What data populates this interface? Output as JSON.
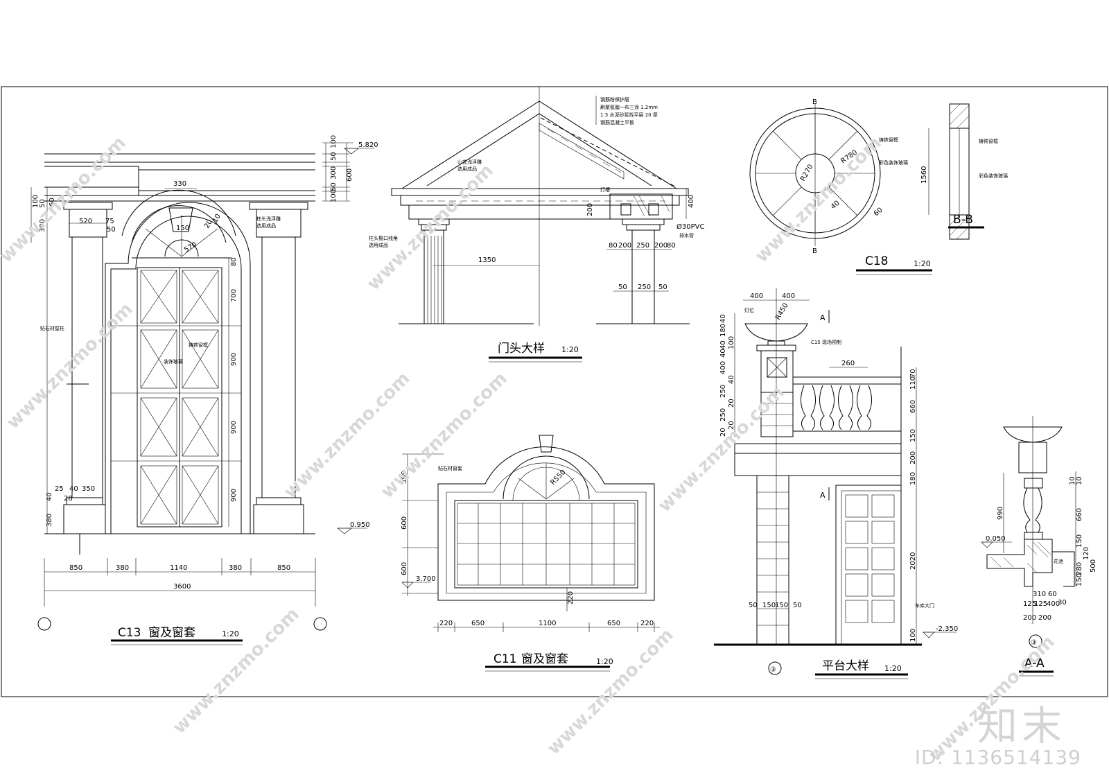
{
  "drawings": {
    "c13": {
      "title": "C13",
      "subtitle": "窗及窗套",
      "scale": "1:20",
      "elevation_top": "5.820",
      "elevation_bottom": "0.950",
      "right_dims": [
        "100",
        "50",
        "300",
        "50",
        "100",
        "600"
      ],
      "left_dims": [
        "100",
        "50",
        "60",
        "390",
        "40",
        "380"
      ],
      "base_dims": [
        "25",
        "40",
        "350",
        "28"
      ],
      "bottom_dims": [
        "850",
        "380",
        "1140",
        "380",
        "850"
      ],
      "total_width": "3600",
      "window_dims": [
        "80",
        "700",
        "900",
        "900",
        "900"
      ],
      "keystone_width": "330",
      "col_dims": [
        "520",
        "75",
        "50"
      ],
      "arch_dims": [
        "150",
        "570",
        "20",
        "10"
      ],
      "notes": [
        "柱头浅浮雕",
        "选用成品",
        "贴石材壁柱",
        "铸铁窗框",
        "装饰玻璃"
      ]
    },
    "doorhead": {
      "title": "门头大样",
      "scale": "1:20",
      "notes": [
        "钢筋粉保护层",
        "刷聚氨脂一布三涂 1.2mm",
        "1:3 水泥砂浆找平层 20 厚",
        "钢筋混凝土平板",
        "山花浅浮雕",
        "选用成品",
        "灯槽",
        "柱头檐口线角",
        "选用成品",
        "Ø30PVC",
        "排水管"
      ],
      "dims": [
        "1350",
        "200",
        "400",
        "80",
        "200",
        "250",
        "200",
        "80",
        "50",
        "250",
        "50"
      ]
    },
    "c18": {
      "title": "C18",
      "scale": "1:20",
      "section_mark": "B",
      "r_outer": "R780",
      "r_inner": "R270",
      "dims": [
        "40",
        "60",
        "1560"
      ],
      "notes": [
        "铸铁窗框",
        "彩色装饰玻璃",
        "铸铁窗框",
        "彩色装饰玻璃"
      ],
      "section_title": "B-B"
    },
    "c11": {
      "title": "C11",
      "subtitle": "窗及窗套",
      "scale": "1:20",
      "elevation": "3.700",
      "left_dims": [
        "599",
        "600",
        "600"
      ],
      "bottom_dims": [
        "220",
        "650",
        "1100",
        "650",
        "220"
      ],
      "radius": "R550",
      "sill": "220",
      "note": "贴石材窗套"
    },
    "platform": {
      "title": "平台大样",
      "scale": "1:20",
      "axis": "③",
      "section_mark": "A",
      "top_dims": [
        "400",
        "400"
      ],
      "radius": "R450",
      "left_dims": [
        "40",
        "180",
        "40",
        "100",
        "40",
        "400",
        "40",
        "250",
        "20",
        "250",
        "20",
        "20"
      ],
      "right_dims": [
        "70",
        "110",
        "660",
        "150",
        "200",
        "180",
        "2020",
        "100"
      ],
      "baluster_spacing": "260",
      "bottom_dims": [
        "50",
        "150",
        "150",
        "50"
      ],
      "elevation": "-2.350",
      "notes": [
        "灯位",
        "C15 现场预制",
        "车库大门"
      ]
    },
    "aa": {
      "title": "A-A",
      "axis": "③",
      "elevation": "0.050",
      "left_dims": [
        "990"
      ],
      "right_dims": [
        "10",
        "10",
        "660",
        "150",
        "120",
        "280",
        "500",
        "150"
      ],
      "bottom_dims": [
        "310",
        "60",
        "30",
        "125",
        "125",
        "400",
        "200",
        "200"
      ],
      "note": "花池"
    }
  },
  "watermark": {
    "site": "www.znzmo.com",
    "brand": "知末",
    "id": "ID: 1136514139"
  }
}
